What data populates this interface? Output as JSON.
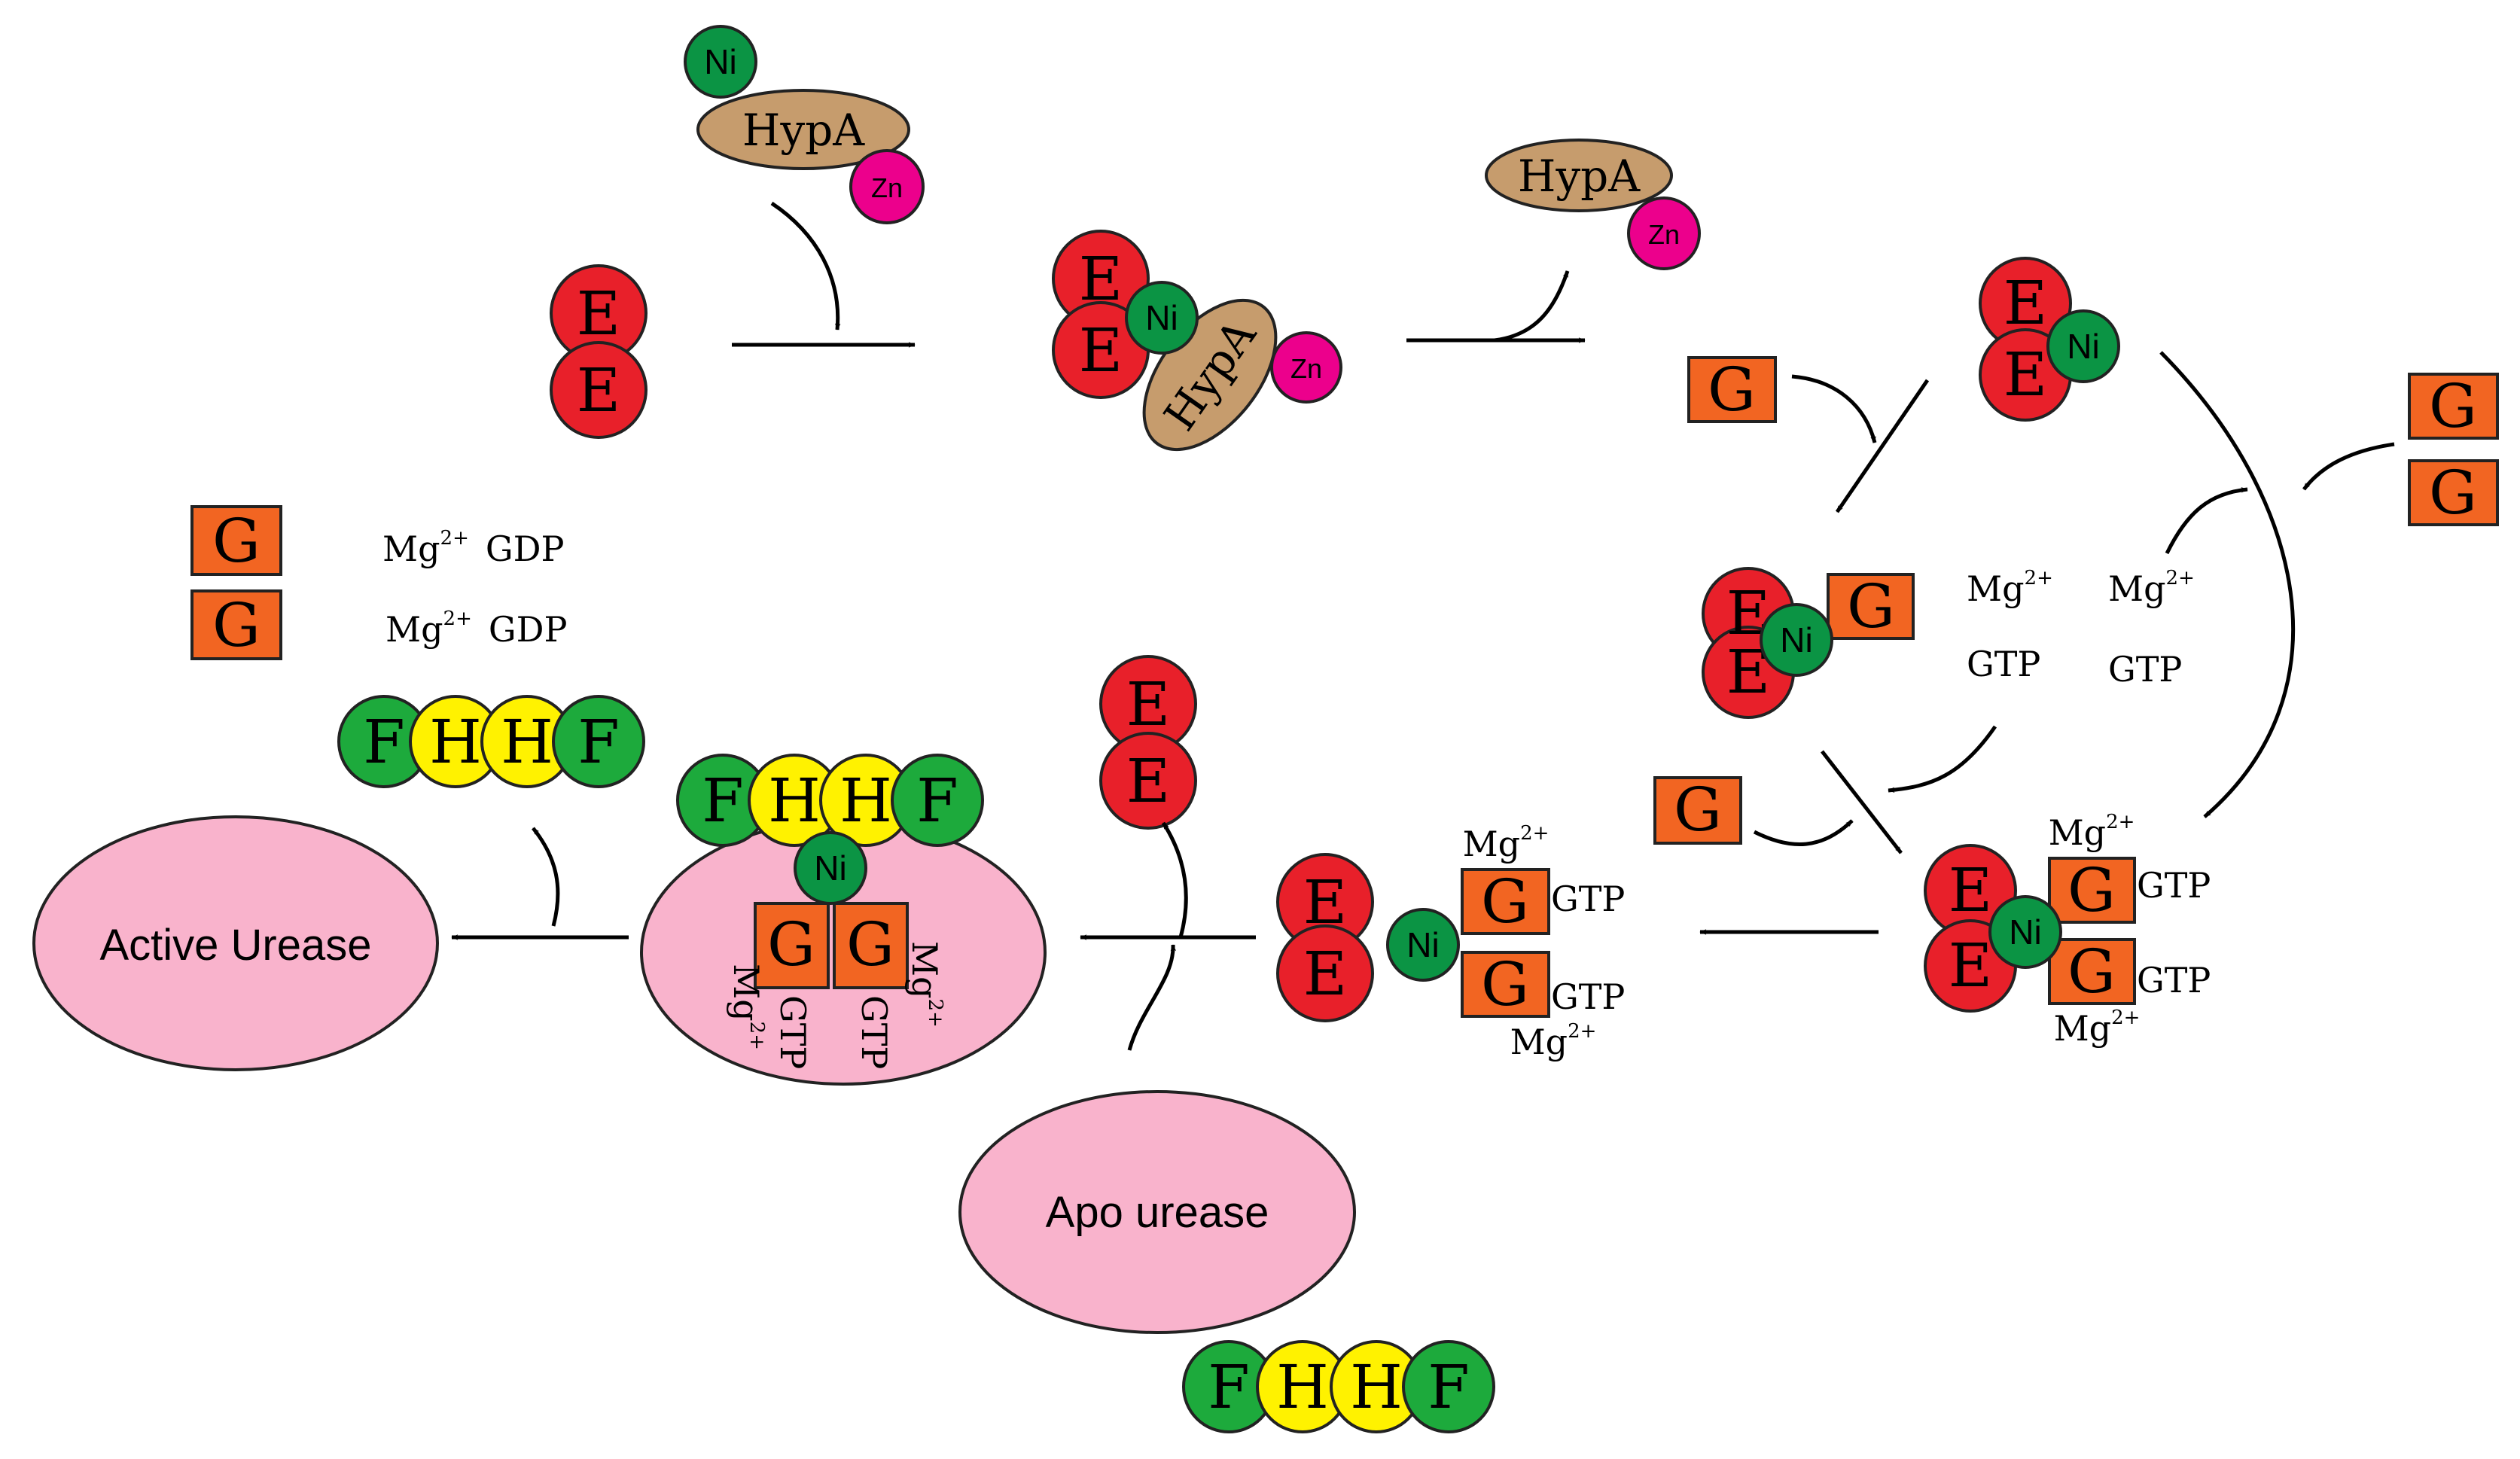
{
  "proteins": {
    "ureE": "E",
    "ureG": "G",
    "ureF": "F",
    "ureH": "H",
    "hypA": "HypA",
    "nickel": "Ni",
    "zinc": "Zn"
  },
  "cofactors": {
    "mg_base": "Mg",
    "mg_charge": "2+",
    "gtp": "GTP",
    "gdp": "GDP"
  },
  "enzymes": {
    "active_urease": "Active Urease",
    "apo_urease": "Apo urease"
  },
  "colors": {
    "ureE": "#e8202a",
    "ureG": "#f26522",
    "ureF": "#1daa3c",
    "ureH": "#fff200",
    "nickel": "#0b9444",
    "zinc": "#ec008c",
    "hypA": "#c69c6d",
    "urease": "#f9b3cc"
  }
}
